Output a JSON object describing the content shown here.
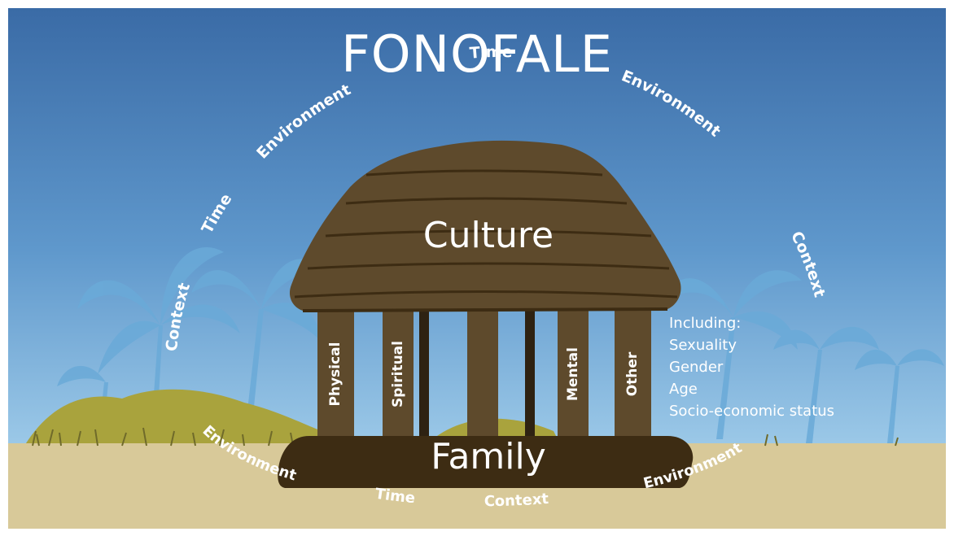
{
  "title": "FONOFALE",
  "roof_label": "Culture",
  "foundation_label": "Family",
  "pillars": [
    "Physical",
    "Spiritual",
    "Mental",
    "Other"
  ],
  "including": {
    "heading": "Including:",
    "items": [
      "Sexuality",
      "Gender",
      "Age",
      "Socio-economic status"
    ]
  },
  "arc_upper": {
    "time_top": "Time",
    "environment_left": "Environment",
    "environment_right": "Environment",
    "time_left": "Time",
    "context_left": "Context",
    "context_right": "Context"
  },
  "arc_lower": {
    "environment_left": "Environment",
    "time": "Time",
    "context": "Context",
    "environment_right": "Environment"
  },
  "colors": {
    "sky_top": "#3b6ea8",
    "sky_bottom": "#8fc2e6",
    "ground": "#d8c999",
    "hills": "#a9a33d",
    "palms": "#69a9d6",
    "thatch": "#5e4a2c",
    "pillar": "#5e4a2c",
    "foundation": "#3d2c13"
  }
}
